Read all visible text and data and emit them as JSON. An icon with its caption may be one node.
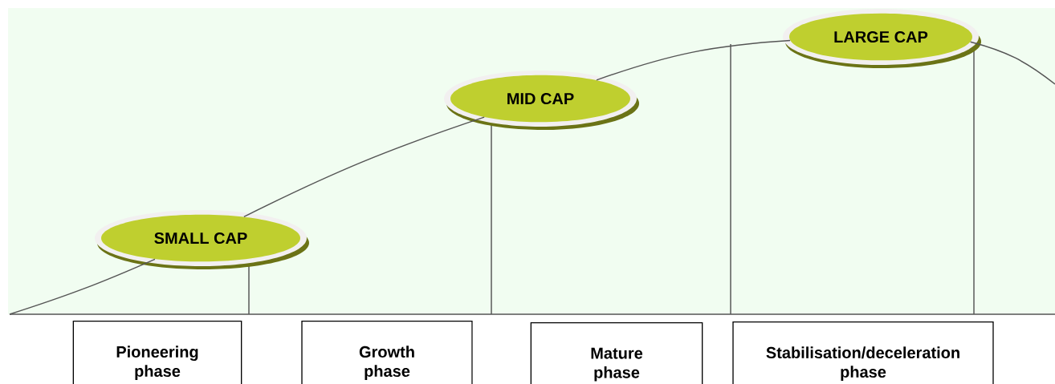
{
  "diagram": {
    "nodes": [
      {
        "text": [
          "SMALL CAP"
        ]
      },
      {
        "text": [
          "MID CAP"
        ]
      },
      {
        "text": [
          "LARGE CAP"
        ]
      },
      {
        "text": [
          "Pioneering phase"
        ]
      },
      {
        "text": [
          "Growth phase"
        ]
      },
      {
        "text": [
          "Mature phase"
        ]
      },
      {
        "text": [
          "Stabilisation/deceleration phase"
        ]
      }
    ],
    "edges": [
      {
        "from": null,
        "to": 0,
        "arrow": "none"
      },
      {
        "from": 0,
        "to": 1,
        "arrow": "none"
      },
      {
        "from": 1,
        "to": 2,
        "arrow": "none"
      },
      {
        "from": 2,
        "to": null,
        "arrow": "none"
      }
    ]
  }
}
